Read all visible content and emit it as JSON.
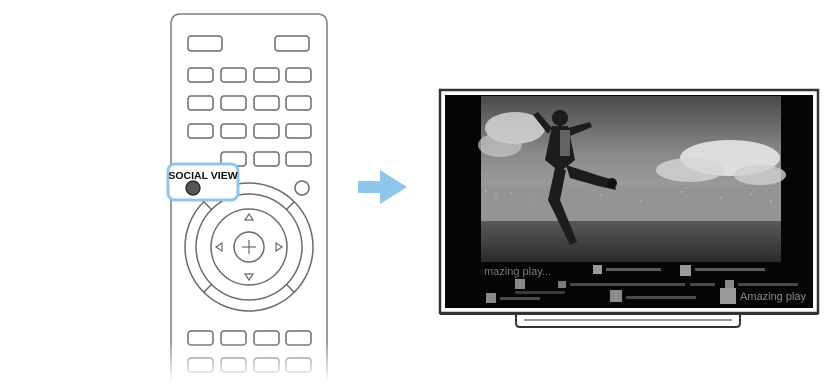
{
  "remote": {
    "social_view_label": "SOCIAL VIEW",
    "highlight_color": "#8ec6ec"
  },
  "arrow": {
    "color": "#8ec6ec"
  },
  "tv": {
    "caption_main": "mazing play...",
    "caption_secondary": "Amazing play"
  }
}
